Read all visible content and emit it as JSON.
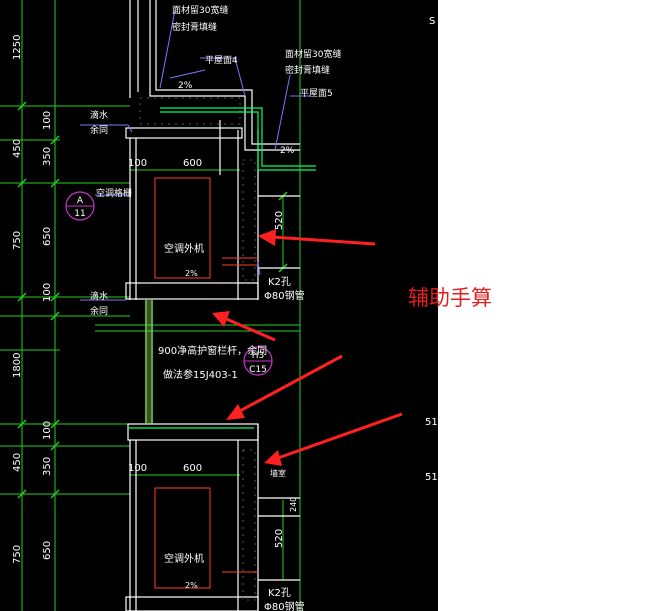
{
  "annotation": {
    "text": "辅助手算",
    "color": "#e02020"
  },
  "colors": {
    "background": "#000000",
    "wall": "#ffffff",
    "dimension": "#22d022",
    "text": "#ffffff",
    "leader": "#7777ff",
    "unit_box": "#ff3a2a",
    "tag_circle": "#cc33cc",
    "arrow": "#ff2020",
    "waterproof": "#00ff66"
  },
  "vertical_dims": {
    "outer": [
      "1250",
      "450",
      "750",
      "1800",
      "450",
      "750"
    ],
    "inner": [
      "100",
      "350",
      "650",
      "100",
      "100",
      "350",
      "650"
    ]
  },
  "top_labels": {
    "seal_1_line1": "面材留30宽缝",
    "seal_1_line2": "密封膏填缝",
    "floor_1": "平屋面4",
    "seal_2_line1": "面材留30宽缝",
    "seal_2_line2": "密封膏填缝",
    "floor_2": "平屋面5"
  },
  "slopes": {
    "top_1": "2%",
    "top_2": "2%",
    "unit_1": "2%",
    "unit_2": "2%"
  },
  "drip_labels": {
    "label_a_line1": "滴水",
    "label_a_line2": "余同",
    "label_b_line1": "滴水",
    "label_b_line2": "余同"
  },
  "unit": {
    "dim_width": "600",
    "dim_offset": "100",
    "name": "空调外机",
    "louver": "空调格栅",
    "side_dim": "520",
    "hole": "K2孔",
    "pipe": "Φ80钢管",
    "pipe_lower": "Φ80钢管",
    "lower_dim_width": "600",
    "lower_dim_offset": "100",
    "lower_name": "空调外机",
    "lower_side_dim": "520",
    "lower_hole": "K2孔",
    "lower_side_small": "240",
    "lower_note": "墙室"
  },
  "tags": {
    "tag_a_top": "A",
    "tag_a_bottom": "11",
    "tag_h_top": "H3",
    "tag_h_bottom": "C15"
  },
  "railing": {
    "line1": "900净高护窗栏杆，余同",
    "line2": "做法参15J403-1"
  },
  "right_edge_marks": [
    "S",
    "51",
    "51"
  ]
}
